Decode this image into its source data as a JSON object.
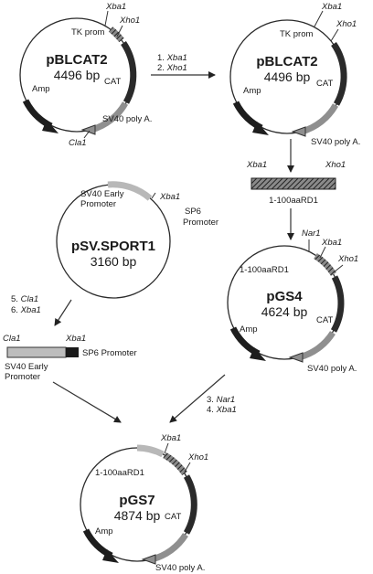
{
  "plasmids": {
    "pblcat2_a": {
      "name": "pBLCAT2",
      "size": "4496 bp",
      "tk": "TK prom",
      "xba": "Xba1",
      "xho": "Xho1",
      "cat": "CAT",
      "amp": "Amp",
      "sv40": "SV40 poly A.",
      "cla": "Cla1"
    },
    "pblcat2_b": {
      "name": "pBLCAT2",
      "size": "4496 bp",
      "tk": "TK prom",
      "xba": "Xba1",
      "xho": "Xho1",
      "cat": "CAT",
      "amp": "Amp",
      "sv40": "SV40 poly A."
    },
    "psvsport1": {
      "name": "pSV.SPORT1",
      "size": "3160 bp",
      "sv40_early_1": "SV40 Early",
      "sv40_early_2": "Promoter",
      "xba": "Xba1",
      "sp6_1": "SP6",
      "sp6_2": "Promoter"
    },
    "pgs4": {
      "name": "pGS4",
      "size": "4624 bp",
      "nar": "Nar1",
      "xba": "Xba1",
      "xho": "Xho1",
      "rd1": "1-100aaRD1",
      "cat": "CAT",
      "amp": "Amp",
      "sv40": "SV40 poly A."
    },
    "pgs7": {
      "name": "pGS7",
      "size": "4874 bp",
      "xba": "Xba1",
      "xho": "Xho1",
      "rd1": "1-100aaRD1",
      "cat": "CAT",
      "amp": "Amp",
      "sv40": "SV40 poly A."
    }
  },
  "fragments": {
    "rd1_fragment": {
      "xba": "Xba1",
      "xho": "Xho1",
      "label": "1-100aaRD1"
    },
    "sv40_fragment": {
      "cla": "Cla1",
      "xba": "Xba1",
      "sp6": "SP6 Promoter",
      "sv40_1": "SV40 Early",
      "sv40_2": "Promoter"
    }
  },
  "steps": {
    "step1_num": "1.",
    "step1_enz": "Xba1",
    "step2_num": "2.",
    "step2_enz": "Xho1",
    "step3_num": "3.",
    "step3_enz": "Nar1",
    "step4_num": "4.",
    "step4_enz": "Xba1",
    "step5_num": "5.",
    "step5_enz": "Cla1",
    "step6_num": "6.",
    "step6_enz": "Xba1"
  }
}
